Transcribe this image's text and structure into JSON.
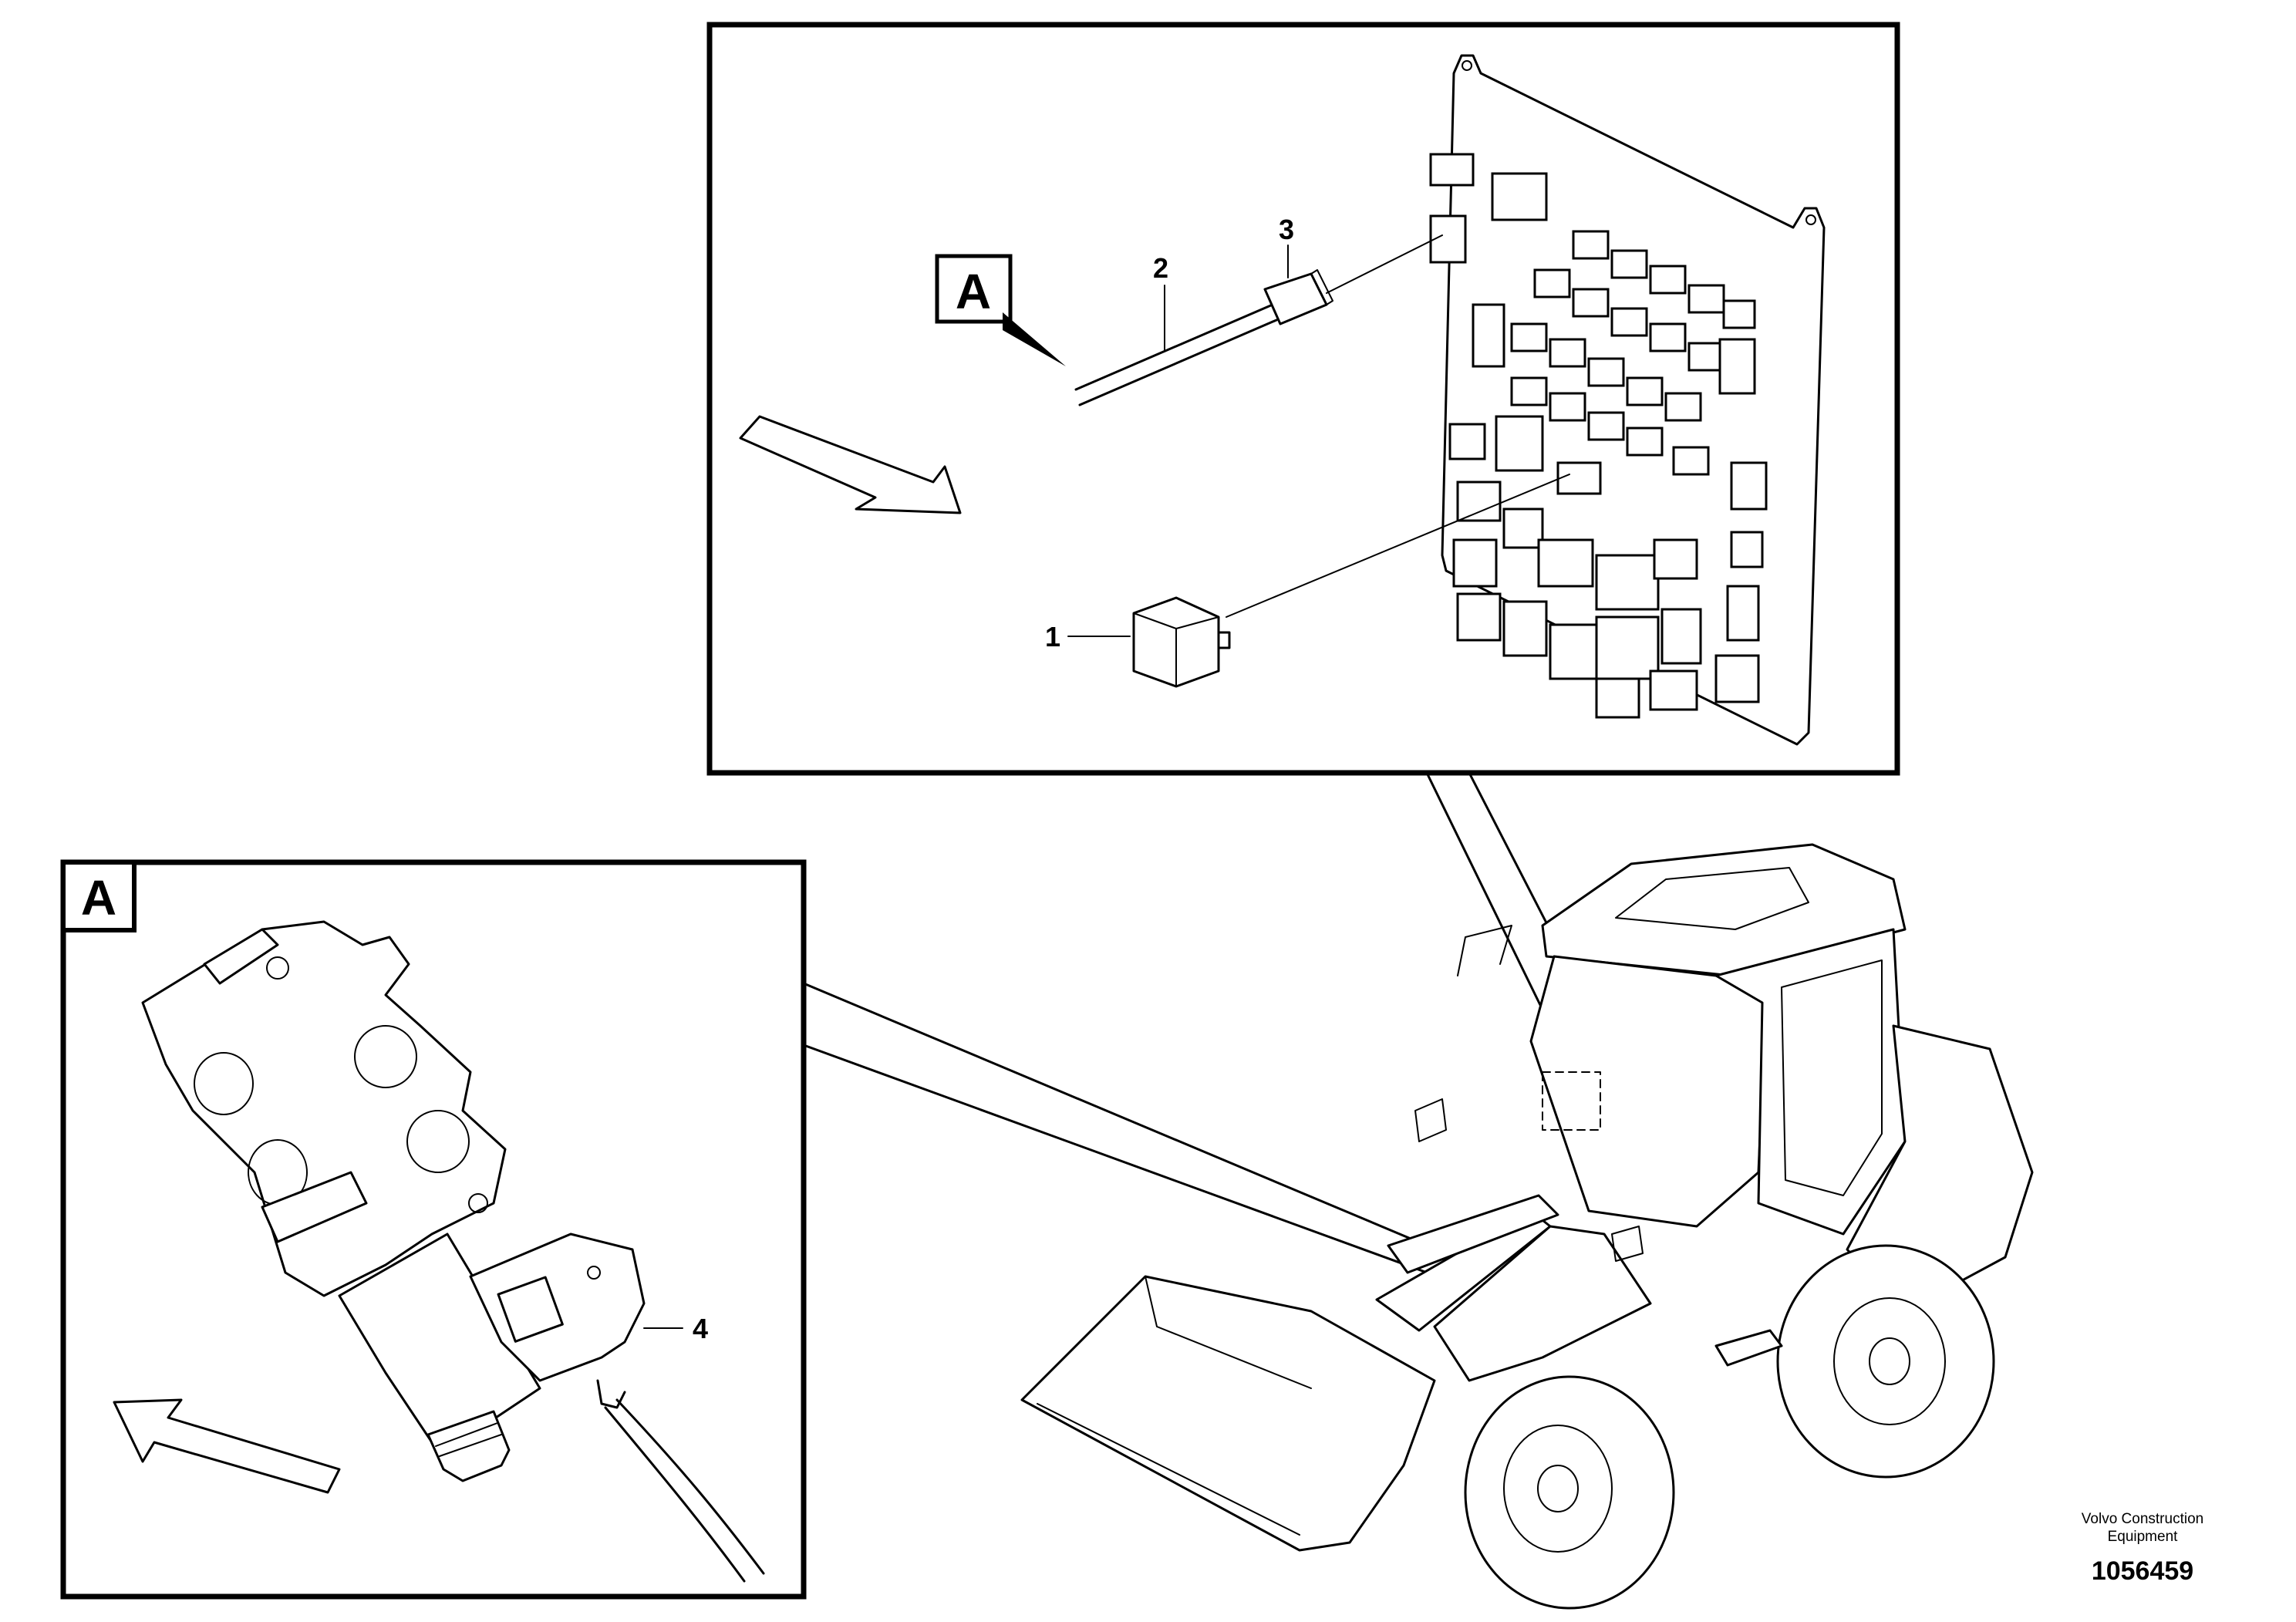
{
  "callouts": {
    "item1": "1",
    "item2": "2",
    "item3": "3",
    "item4": "4"
  },
  "view_labels": {
    "top_box_marker": "A",
    "detail_box_label": "A"
  },
  "footer": {
    "company_line1": "Volvo Construction",
    "company_line2": "Equipment",
    "document_number": "1056459"
  },
  "colors": {
    "line": "#000000",
    "background": "#ffffff"
  }
}
